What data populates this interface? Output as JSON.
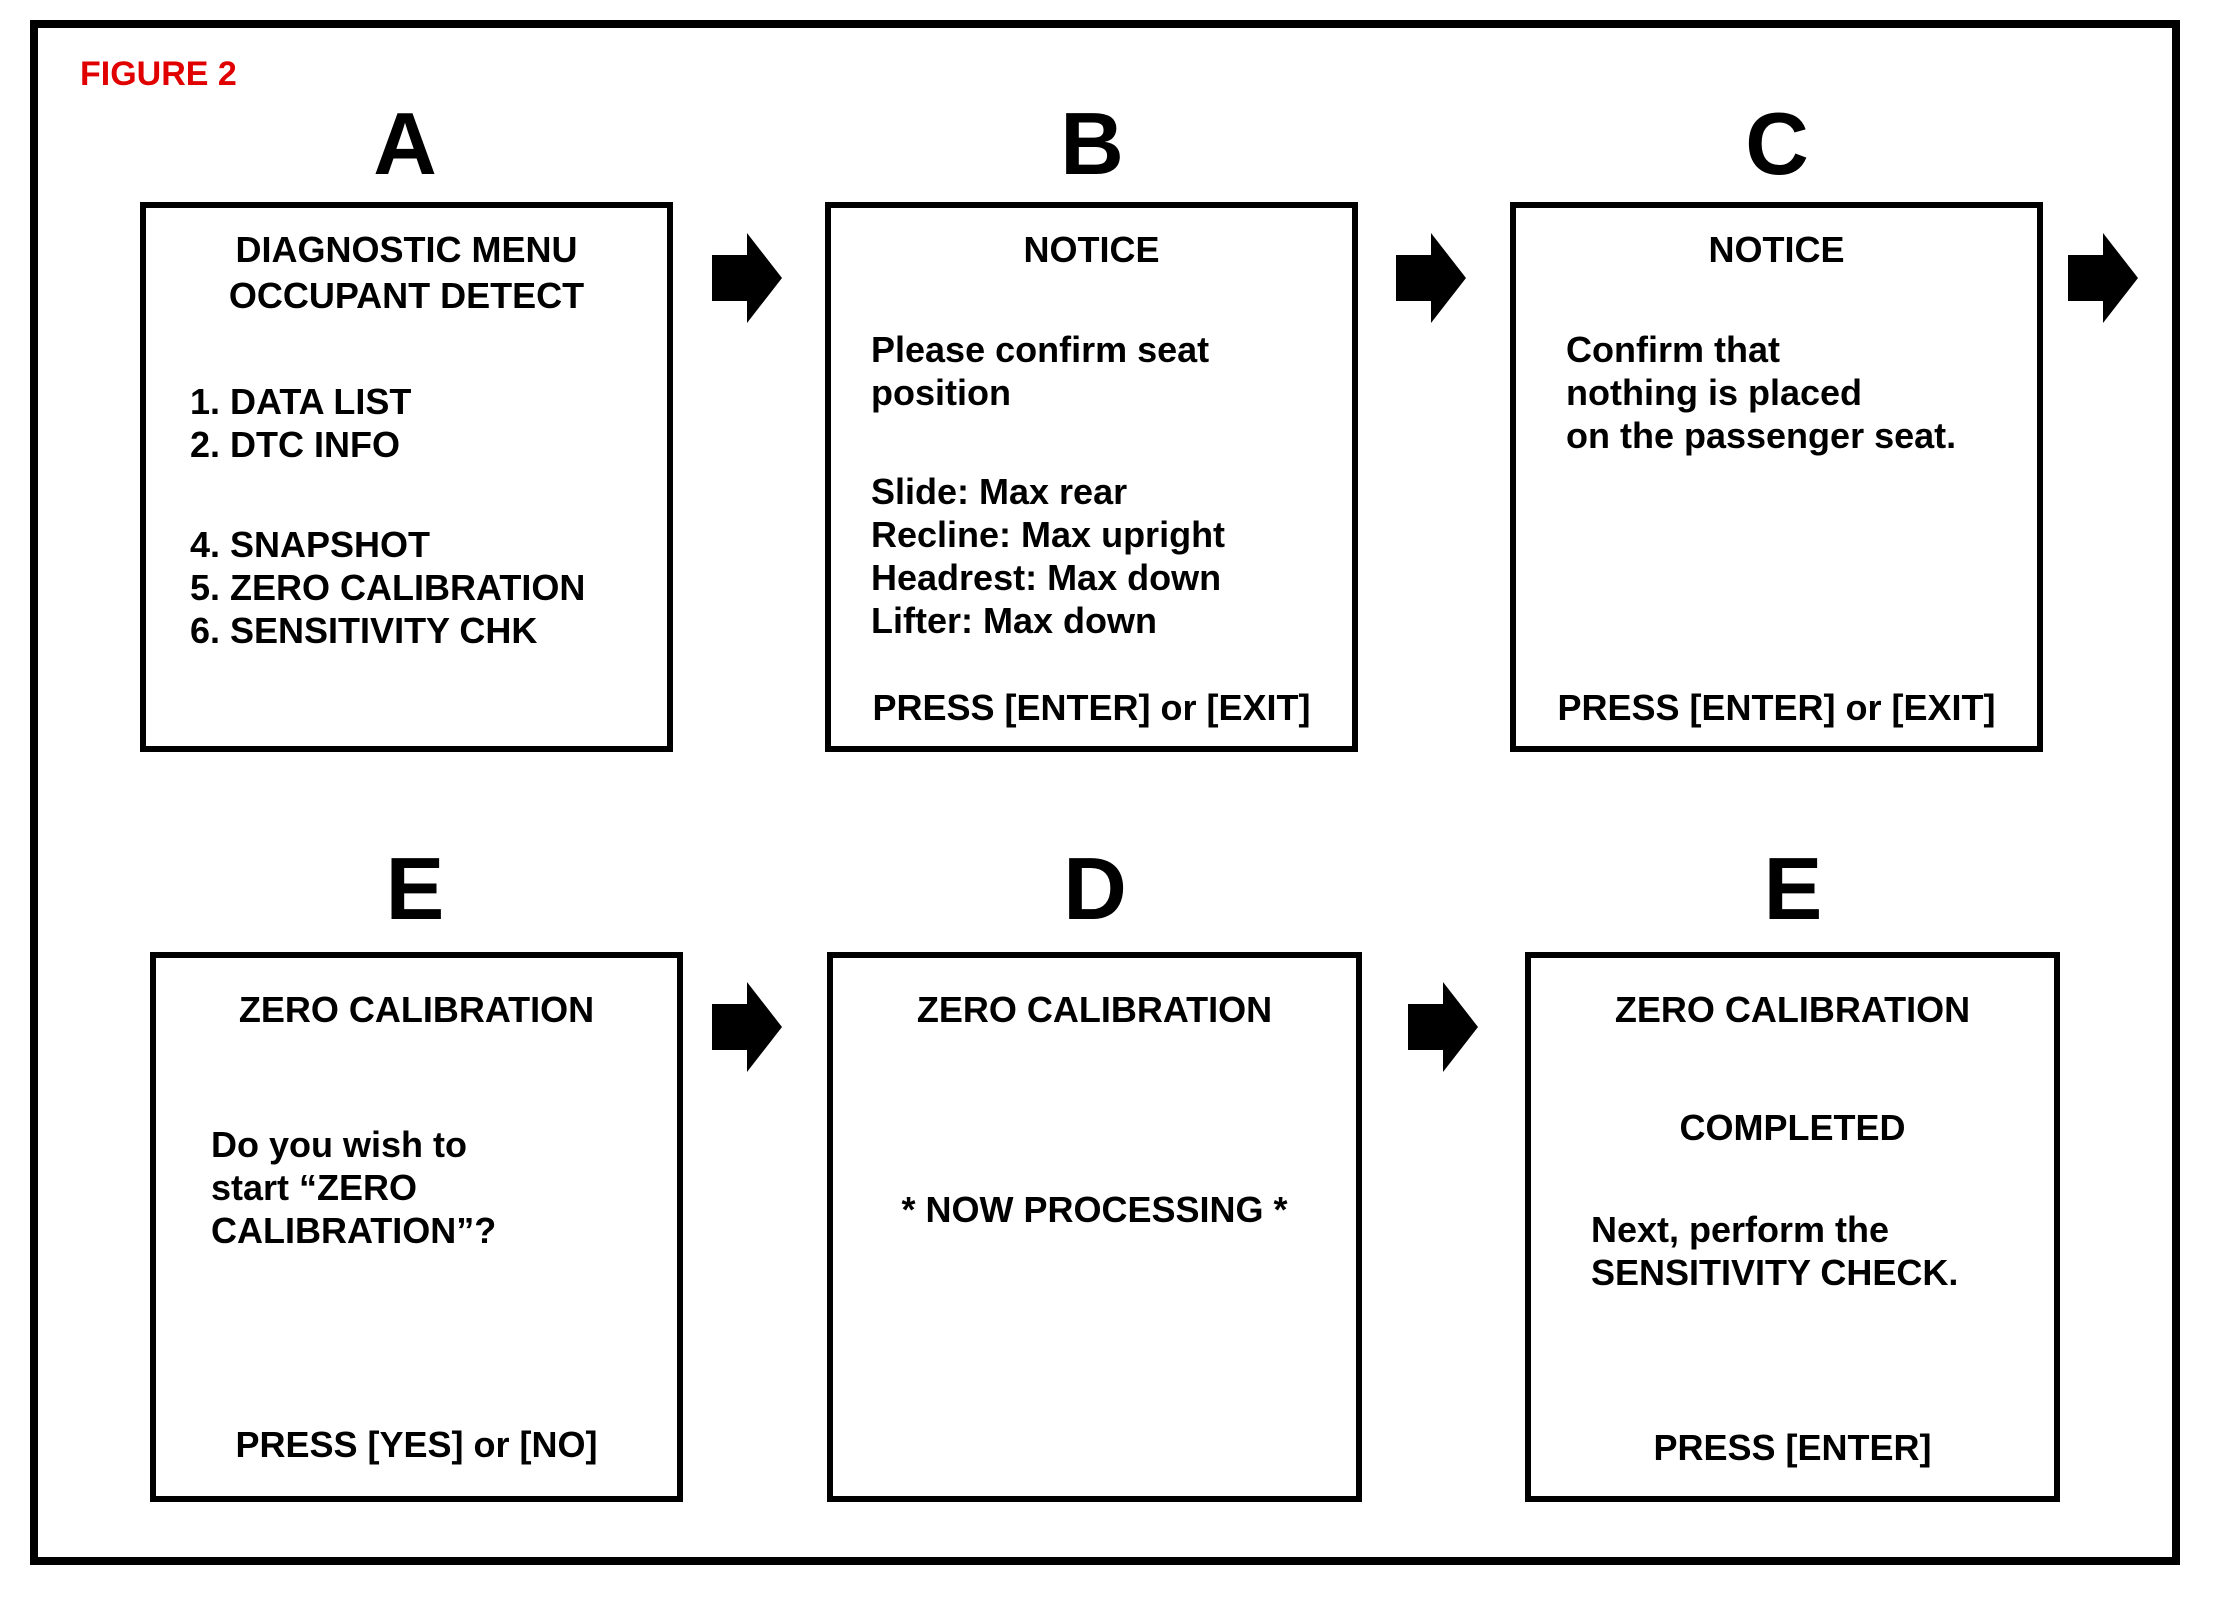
{
  "figure_label": "FIGURE 2",
  "panels": [
    {
      "letter": "A",
      "title": [
        "DIAGNOSTIC MENU",
        "OCCUPANT DETECT"
      ],
      "menu_group_1": [
        "1.  DATA LIST",
        "2.  DTC INFO"
      ],
      "menu_group_2": [
        "4.  SNAPSHOT",
        "5.  ZERO CALIBRATION",
        "6.  SENSITIVITY CHK"
      ]
    },
    {
      "letter": "B",
      "title": "NOTICE",
      "message": [
        "Please confirm seat",
        "position"
      ],
      "settings": [
        "Slide:  Max rear",
        "Recline:  Max upright",
        "Headrest:  Max down",
        "Lifter:  Max down"
      ],
      "prompt": "PRESS [ENTER] or [EXIT]"
    },
    {
      "letter": "C",
      "title": "NOTICE",
      "message": [
        "Confirm that",
        "nothing is placed",
        "on the passenger seat."
      ],
      "prompt": "PRESS [ENTER] or [EXIT]"
    },
    {
      "letter": "E",
      "title": "ZERO CALIBRATION",
      "message": [
        "Do you wish to",
        "start “ZERO",
        "CALIBRATION”?"
      ],
      "prompt": "PRESS [YES] or [NO]"
    },
    {
      "letter": "D",
      "title": "ZERO CALIBRATION",
      "message": "* NOW PROCESSING *"
    },
    {
      "letter": "E",
      "title": "ZERO CALIBRATION",
      "status": "COMPLETED",
      "message": [
        "Next, perform the",
        "SENSITIVITY CHECK."
      ],
      "prompt": "PRESS [ENTER]"
    }
  ]
}
